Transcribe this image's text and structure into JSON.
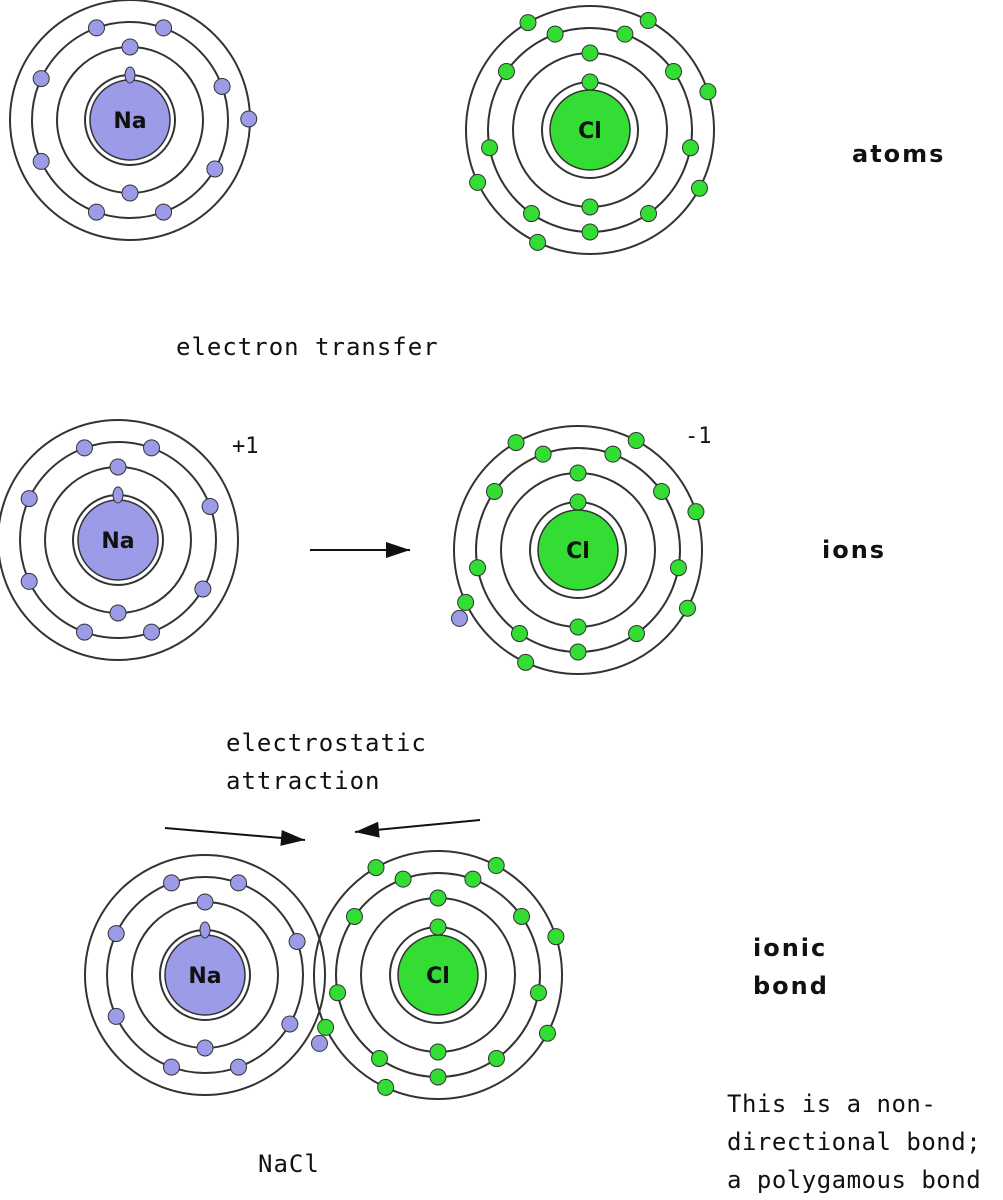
{
  "colors": {
    "sodium": "#9b9be8",
    "chlorine": "#33dd33",
    "shell": "#333333",
    "arrow": "#111111"
  },
  "rows": {
    "atoms": {
      "label": "atoms",
      "sodium": {
        "symbol": "Na"
      },
      "chlorine": {
        "symbol": "Cl"
      }
    },
    "transfer": {
      "label": "electron transfer"
    },
    "ions": {
      "label": "ions",
      "sodium": {
        "symbol": "Na",
        "charge": "+1"
      },
      "chlorine": {
        "symbol": "Cl",
        "charge": "-1"
      }
    },
    "attraction": {
      "label_line1": "electrostatic",
      "label_line2": "attraction"
    },
    "bond": {
      "label_line1": "ionic",
      "label_line2": "bond",
      "sodium": {
        "symbol": "Na"
      },
      "chlorine": {
        "symbol": "Cl"
      },
      "formula": "NaCl"
    }
  },
  "note": {
    "line1": "This is a non-",
    "line2": "directional bond;",
    "line3": "a polygamous bond"
  }
}
